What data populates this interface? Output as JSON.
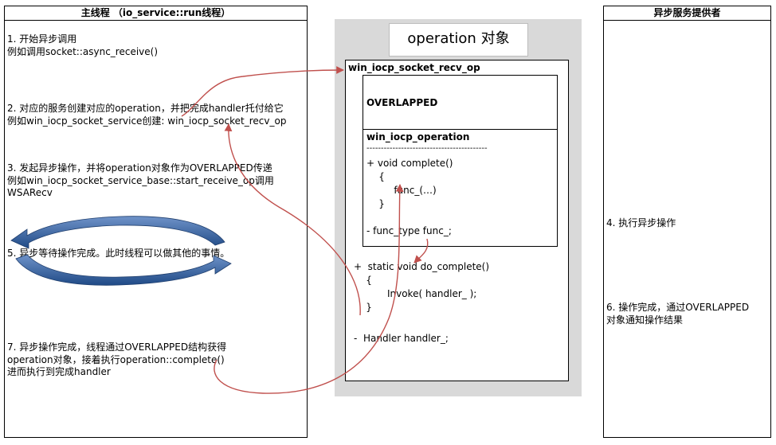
{
  "main_thread": {
    "title": "主线程 （io_service::run线程）",
    "step1": [
      "1. 开始异步调用",
      "    例如调用socket::async_receive()"
    ],
    "step2": [
      "2. 对应的服务创建对应的operation，并把完成handler托付给它",
      "    例如win_iocp_socket_service创建: win_iocp_socket_recv_op"
    ],
    "step3": [
      "3. 发起异步操作，并将operation对象作为OVERLAPPED传递",
      "    例如win_iocp_socket_service_base::start_receive_op调用",
      "WSARecv"
    ],
    "step5": "5. 异步等待操作完成。此时线程可以做其他的事情。",
    "step7": [
      "7. 异步操作完成，线程通过OVERLAPPED结构获得",
      "operation对象，接着执行operation::complete()",
      "    进而执行到完成handler"
    ]
  },
  "operation": {
    "title": "operation 对象",
    "recv_op": "win_iocp_socket_recv_op",
    "overlapped": "OVERLAPPED",
    "win_iocp_operation": "win_iocp_operation",
    "separator": "------------------------------------------",
    "complete_code": [
      "+ void complete()",
      "    {",
      "         func_(…)",
      "    }",
      "",
      "- func_type func_;"
    ],
    "do_complete_code": [
      "+  static void do_complete()",
      "    {",
      "           Invoke( handler_ );",
      "    }",
      "",
      "-  Handler handler_;"
    ]
  },
  "async_provider": {
    "title": "异步服务提供者",
    "step4": "4. 执行异步操作",
    "step6": [
      "6. 操作完成，通过OVERLAPPED",
      "对象通知操作结果"
    ]
  },
  "colors": {
    "arrow_red": "#c0504d",
    "cycle_blue": "#2e5a98",
    "panel_grey": "#d9d9d9"
  }
}
